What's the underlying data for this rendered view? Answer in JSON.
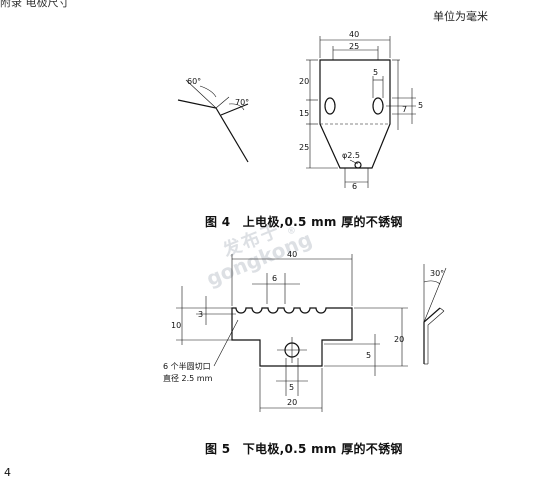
{
  "header_left": "附录 电极尺寸",
  "units_note": "单位为毫米",
  "page_number": "4",
  "watermark": {
    "cn": "发布于",
    "en": "gongkong",
    "mark": "®"
  },
  "figure4": {
    "caption": "图 4　上电极,0.5 mm 厚的不锈钢",
    "side_view": {
      "angle_top": "60°",
      "angle_bottom": "70°"
    },
    "front_view": {
      "dim_width": "40",
      "dim_inner": "25",
      "dim_hole_w": "5",
      "dim_height_top": "20",
      "dim_height_mid": "15",
      "dim_height_bot": "25",
      "dim_hole_off": "7",
      "dim_hole_h": "5",
      "dim_hole_dia": "φ2.5",
      "dim_tip": "6"
    }
  },
  "figure5": {
    "caption": "图 5　下电极,0.5 mm 厚的不锈钢",
    "front_view": {
      "dim_width": "40",
      "dim_pitch": "6",
      "dim_slot_depth": "3",
      "dim_top_h": "10",
      "dim_total_h": "20",
      "dim_tab_h": "5",
      "dim_tab_slot": "5",
      "dim_tab_w": "20",
      "note_line1": "6 个半圆切口",
      "note_line2": "直径 2.5 mm"
    },
    "side_view": {
      "angle": "30°"
    }
  }
}
